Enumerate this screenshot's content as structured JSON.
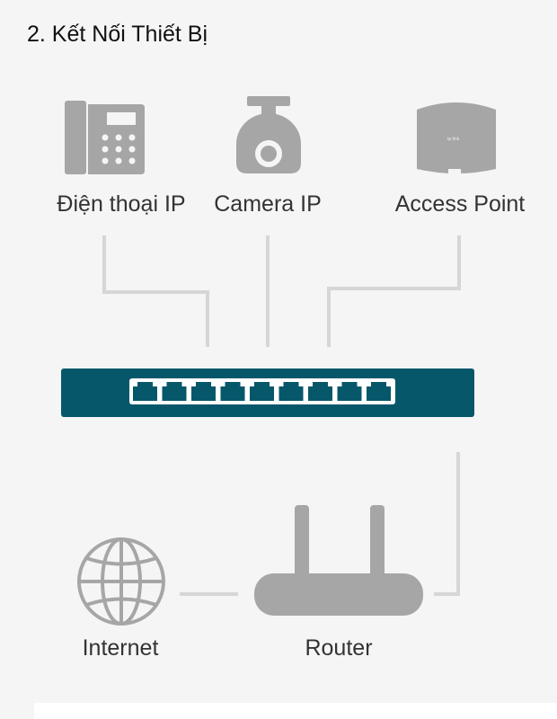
{
  "title": "2. Kết Nối Thiết Bị",
  "devices": {
    "ip_phone": {
      "label": "Điện thoại IP",
      "icon": "ip-phone-icon"
    },
    "camera": {
      "label": "Camera IP",
      "icon": "camera-icon"
    },
    "access_point": {
      "label": "Access Point",
      "icon": "access-point-icon",
      "logo_text": "tp-link"
    },
    "internet": {
      "label": "Internet",
      "icon": "globe-icon"
    },
    "router": {
      "label": "Router",
      "icon": "router-icon"
    }
  },
  "switch": {
    "icon": "network-switch-icon",
    "port_count": 9
  },
  "colors": {
    "background": "#f5f5f5",
    "device_gray": "#a6a6a6",
    "switch_teal": "#07576a",
    "line_gray": "#d6d6d6"
  }
}
